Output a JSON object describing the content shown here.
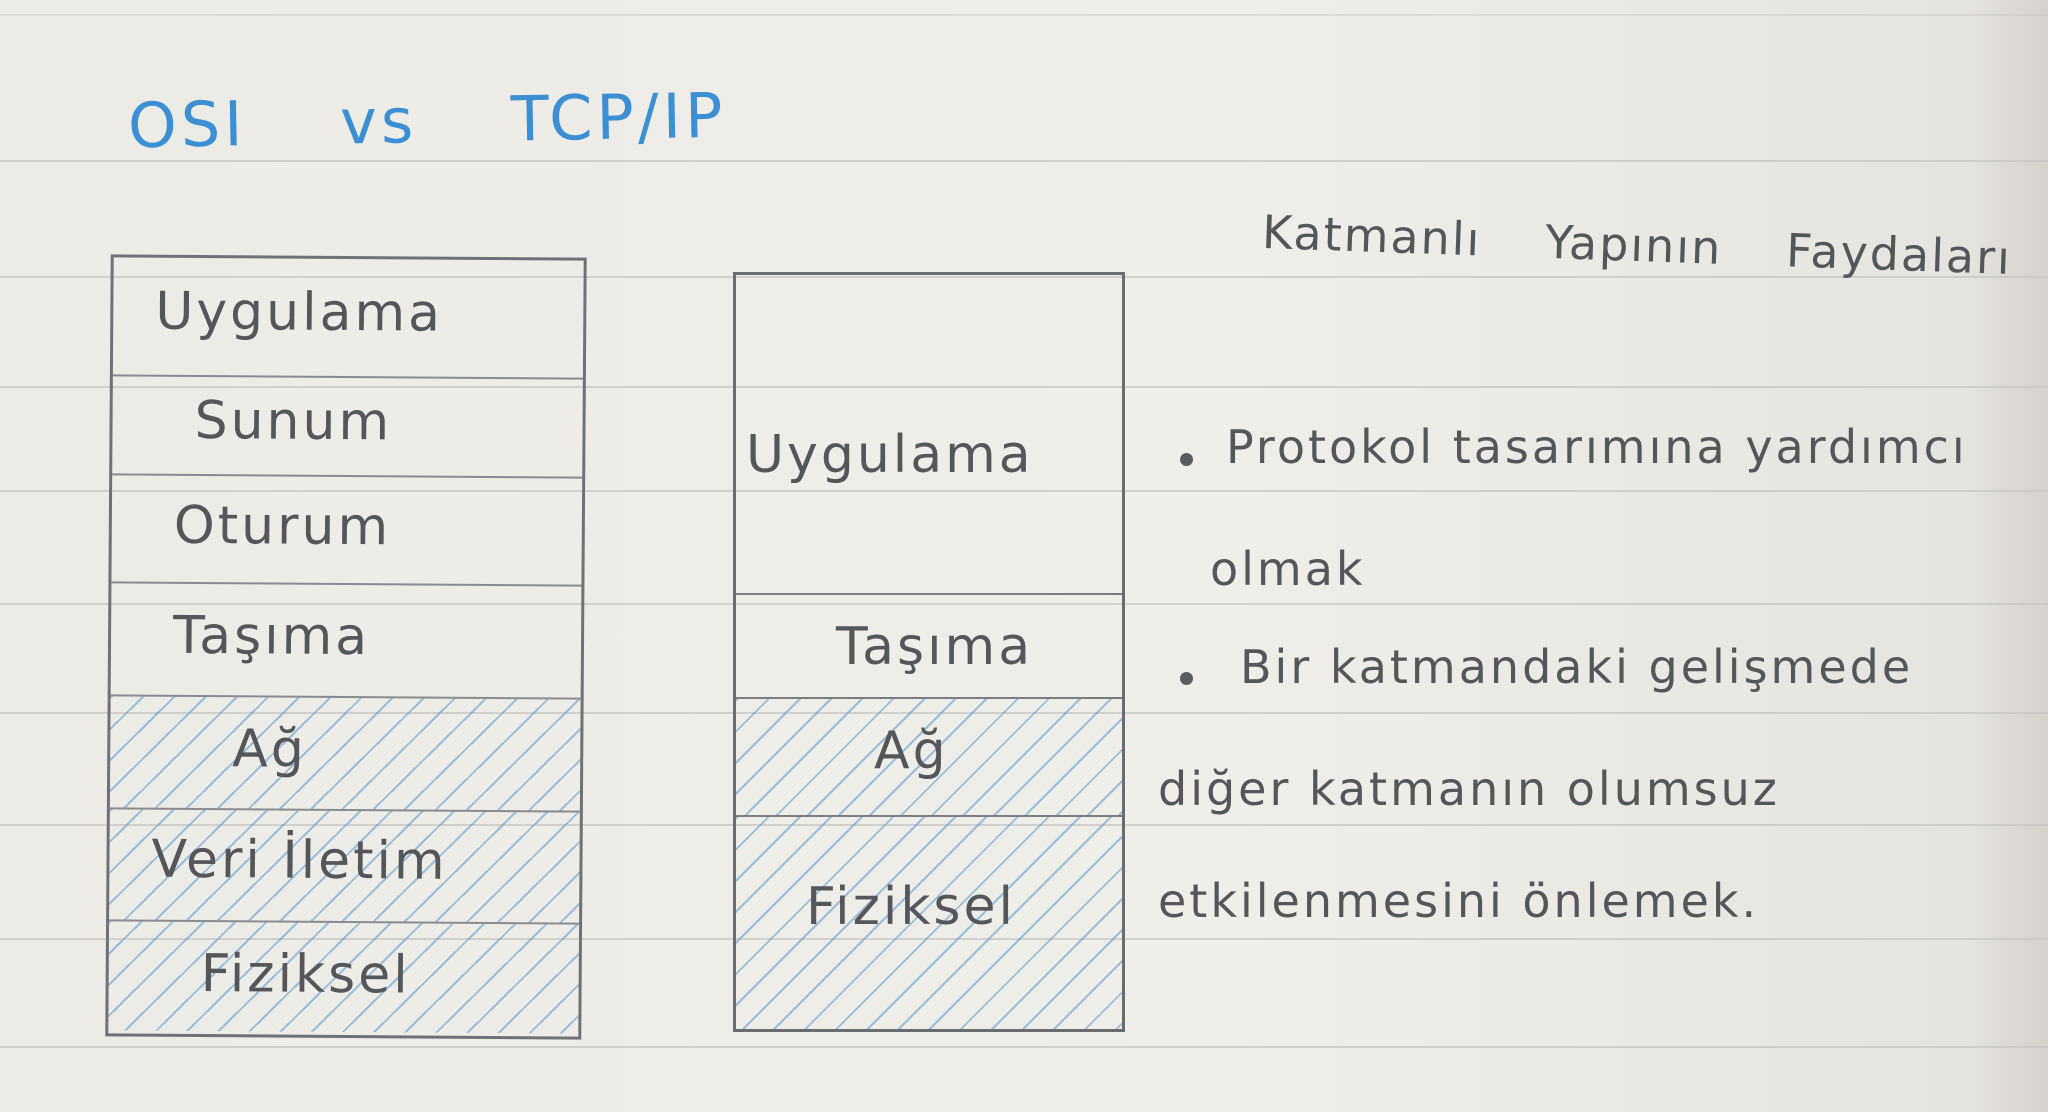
{
  "page": {
    "title_left": "OSI",
    "title_mid": "vs",
    "title_right": "TCP/IP",
    "ink_blue": "#3d8fd4",
    "pencil_gray": "#55565a",
    "hatch_blue": "#5096d2"
  },
  "osi": {
    "layers": [
      "Uygulama",
      "Sunum",
      "Oturum",
      "Taşıma",
      "Ağ",
      "Veri İletim",
      "Fiziksel"
    ]
  },
  "tcpip": {
    "layers": [
      "Uygulama",
      "Taşıma",
      "Ağ",
      "Fiziksel"
    ]
  },
  "notes": {
    "heading_1": "Katmanlı",
    "heading_2": "Yapının",
    "heading_3": "Faydaları",
    "bullet_1_line_1": "Protokol tasarımına yardımcı",
    "bullet_1_line_2": "olmak",
    "bullet_2_line_1": "Bir katmandaki gelişmede",
    "bullet_2_line_2": "diğer katmanın olumsuz",
    "bullet_2_line_3": "etkilenmesini önlemek."
  }
}
